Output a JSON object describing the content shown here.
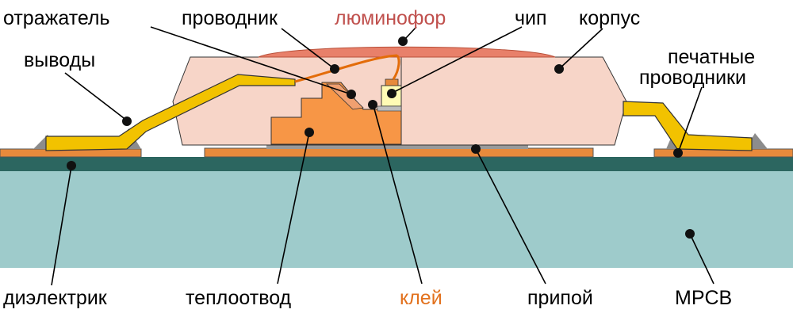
{
  "labels": {
    "reflector": "отражатель",
    "conductor": "проводник",
    "phosphor": "люминофор",
    "chip": "чип",
    "housing": "корпус",
    "leads": "выводы",
    "printed_conductors_line1": "печатные",
    "printed_conductors_line2": "проводники",
    "dielectric": "диэлектрик",
    "heatsink": "теплоотвод",
    "glue": "клей",
    "solder": "припой",
    "mpcb": "MPCB"
  },
  "colors": {
    "text_default": "#000000",
    "text_phosphor": "#c0504d",
    "text_glue": "#e2711d",
    "substrate": "#9ecbcb",
    "dielectric": "#2c6660",
    "housing": "#f7d5c8",
    "heatsink": "#f79646",
    "leads": "#f2c200",
    "solder_pads": "#e78a3c",
    "phosphor": "#e8806a",
    "chip": "#fffbb5",
    "wire": "#e36c09"
  }
}
